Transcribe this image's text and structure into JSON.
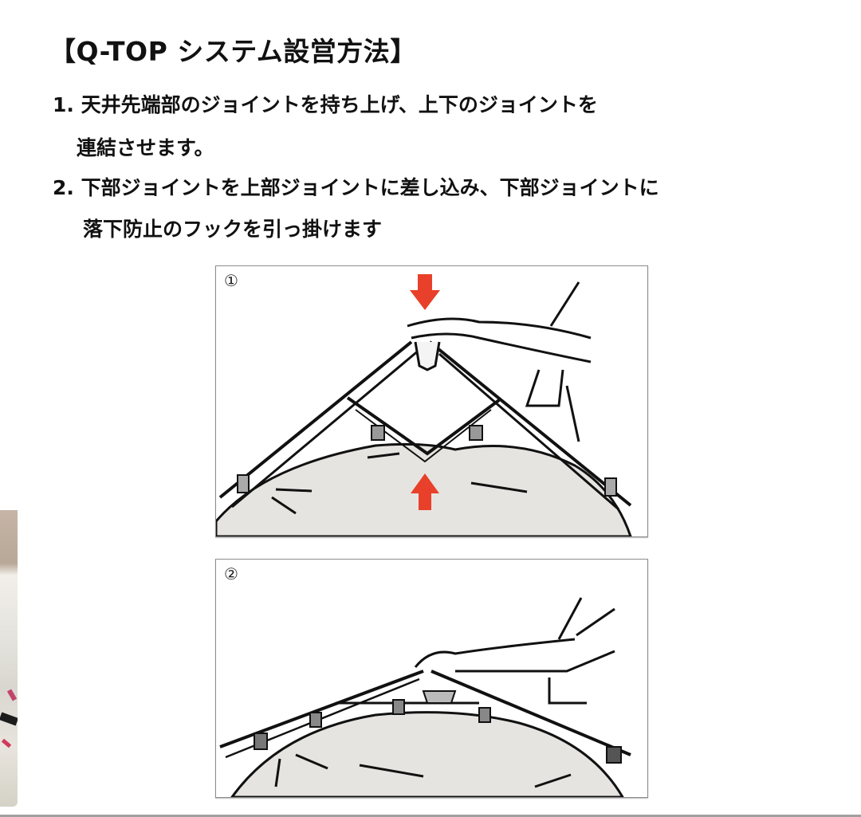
{
  "document": {
    "title": "【Q-TOP システム設営方法】",
    "steps": [
      {
        "line1": "1. 天井先端部のジョイントを持ち上げ、上下のジョイントを",
        "line2": "連結させます。"
      },
      {
        "line1": "2. 下部ジョイントを上部ジョイントに差し込み、下部ジョイントに",
        "line2": "落下防止のフックを引っ掛けます"
      }
    ]
  },
  "figures": [
    {
      "label": "①",
      "description": "Hand lifting the ceiling-tip joint; red arrows pointing down and up toward the joint",
      "arrow_color": "#e8402a"
    },
    {
      "label": "②",
      "description": "Lower joint inserted into upper joint; hand hooking the fall-prevention hook"
    }
  ],
  "colors": {
    "text": "#111111",
    "arrow": "#e8402a",
    "tent_fabric": "#e6e4e0",
    "panel_border": "#8c8c8c"
  }
}
